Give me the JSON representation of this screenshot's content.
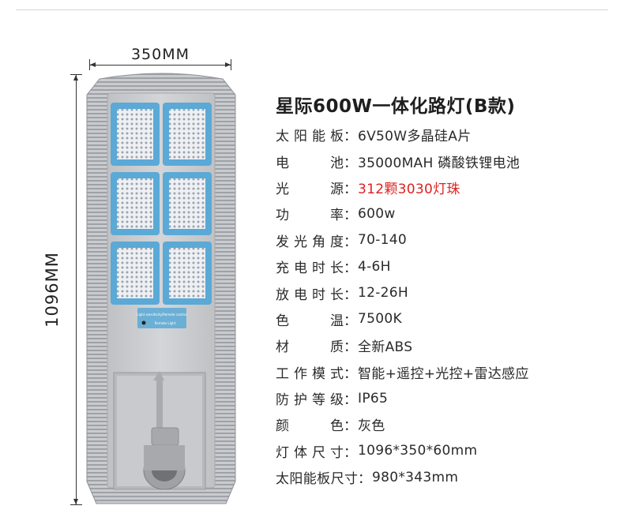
{
  "dimensions": {
    "width_label": "350MM",
    "height_label": "1096MM"
  },
  "product_image": {
    "panel_label_top": "Light sensitivity/Remote control",
    "panel_label_bottom": "Remote  Light",
    "colors": {
      "housing": "#c5c7ca",
      "fins": "#b9bbbf",
      "module_frame": "#5aa9d6",
      "leds": "#e8eaee"
    }
  },
  "specs": {
    "title": "星际600W一体化路灯(B款)",
    "rows": [
      {
        "key": "太阳能板",
        "value": "6V50W多晶硅A片",
        "highlight": false
      },
      {
        "key": "电池",
        "value": "35000MAH 磷酸铁锂电池",
        "highlight": false
      },
      {
        "key": "光源",
        "value": "312颗3030灯珠",
        "highlight": true
      },
      {
        "key": "功率",
        "value": "600w",
        "highlight": false
      },
      {
        "key": "发光角度",
        "value": "70-140",
        "highlight": false
      },
      {
        "key": "充电时长",
        "value": "4-6H",
        "highlight": false
      },
      {
        "key": "放电时长",
        "value": "12-26H",
        "highlight": false
      },
      {
        "key": "色温",
        "value": "7500K",
        "highlight": false
      },
      {
        "key": "材质",
        "value": "全新ABS",
        "highlight": false
      },
      {
        "key": "工作模式",
        "value": "智能+遥控+光控+雷达感应",
        "highlight": false
      },
      {
        "key": "防护等级",
        "value": "IP65",
        "highlight": false
      },
      {
        "key": "颜色",
        "value": "灰色",
        "highlight": false
      },
      {
        "key": "灯体尺寸",
        "value": "1096*350*60mm",
        "highlight": false
      },
      {
        "key": "太阳能板尺寸",
        "value": "980*343mm",
        "highlight": false
      }
    ],
    "colon": "："
  }
}
